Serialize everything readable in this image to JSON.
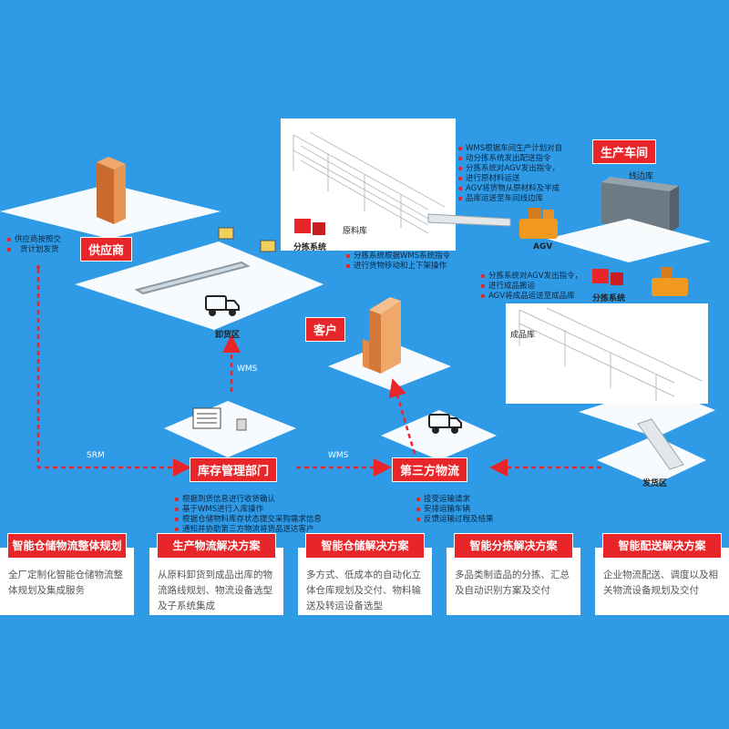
{
  "nodes": {
    "supplier": "供应商",
    "workshop": "生产车间",
    "customer": "客户",
    "inventory_dept": "库存管理部门",
    "third_party": "第三方物流"
  },
  "labels": {
    "unloading": "卸货区",
    "raw_store": "原料库",
    "sorting_1": "分拣系统",
    "sorting_2": "分拣系统",
    "agv": "AGV",
    "line_store": "线边库",
    "finished_store": "成品库",
    "shipping": "发货区",
    "wms_vertical": "WMS",
    "srm": "SRM",
    "wms_horizontal": "WMS"
  },
  "notes": {
    "supplier_note": [
      "供应商按照交",
      "货计划发货"
    ],
    "workshop_notes": [
      "WMS根据车间生产计划对自",
      "动分拣系统发出配送指令",
      "分拣系统对AGV发出指令，",
      "进行原材料运送",
      "AGV将货物从原材料及半成",
      "品库运送至车间线边库"
    ],
    "sorting_notes": [
      "分拣系统根据WMS系统指令",
      "进行货物移动和上下架操作"
    ],
    "finished_notes": [
      "分拣系统对AGV发出指令，",
      "进行成品搬运",
      "AGV将成品运送至成品库"
    ],
    "inventory_notes": [
      "根据到货信息进行收货确认",
      "基于WMS进行入库操作",
      "根据仓储物料库存状态提交采购需求信息",
      "通知并协助第三方物流将货品送达客户"
    ],
    "logistics_notes": [
      "接受运输请求",
      "安排运输车辆",
      "反馈运输过程及结果"
    ]
  },
  "solutions": [
    {
      "title": "智能仓储物流整体规划",
      "desc": "全厂定制化智能仓储物流整体规划及集成服务"
    },
    {
      "title": "生产物流解决方案",
      "desc": "从原料卸货到成品出库的物流路线规划、物流设备选型及子系统集成"
    },
    {
      "title": "智能仓储解决方案",
      "desc": "多方式、低成本的自动化立体仓库规划及交付、物料输送及转运设备选型"
    },
    {
      "title": "智能分拣解决方案",
      "desc": "多品类制造品的分拣、汇总及自动识别方案及交付"
    },
    {
      "title": "智能配送解决方案",
      "desc": "企业物流配送、调度以及相关物流设备规划及交付"
    }
  ],
  "colors": {
    "background": "#2f9be6",
    "accent": "#e8262a",
    "platform": "#ffffff"
  }
}
